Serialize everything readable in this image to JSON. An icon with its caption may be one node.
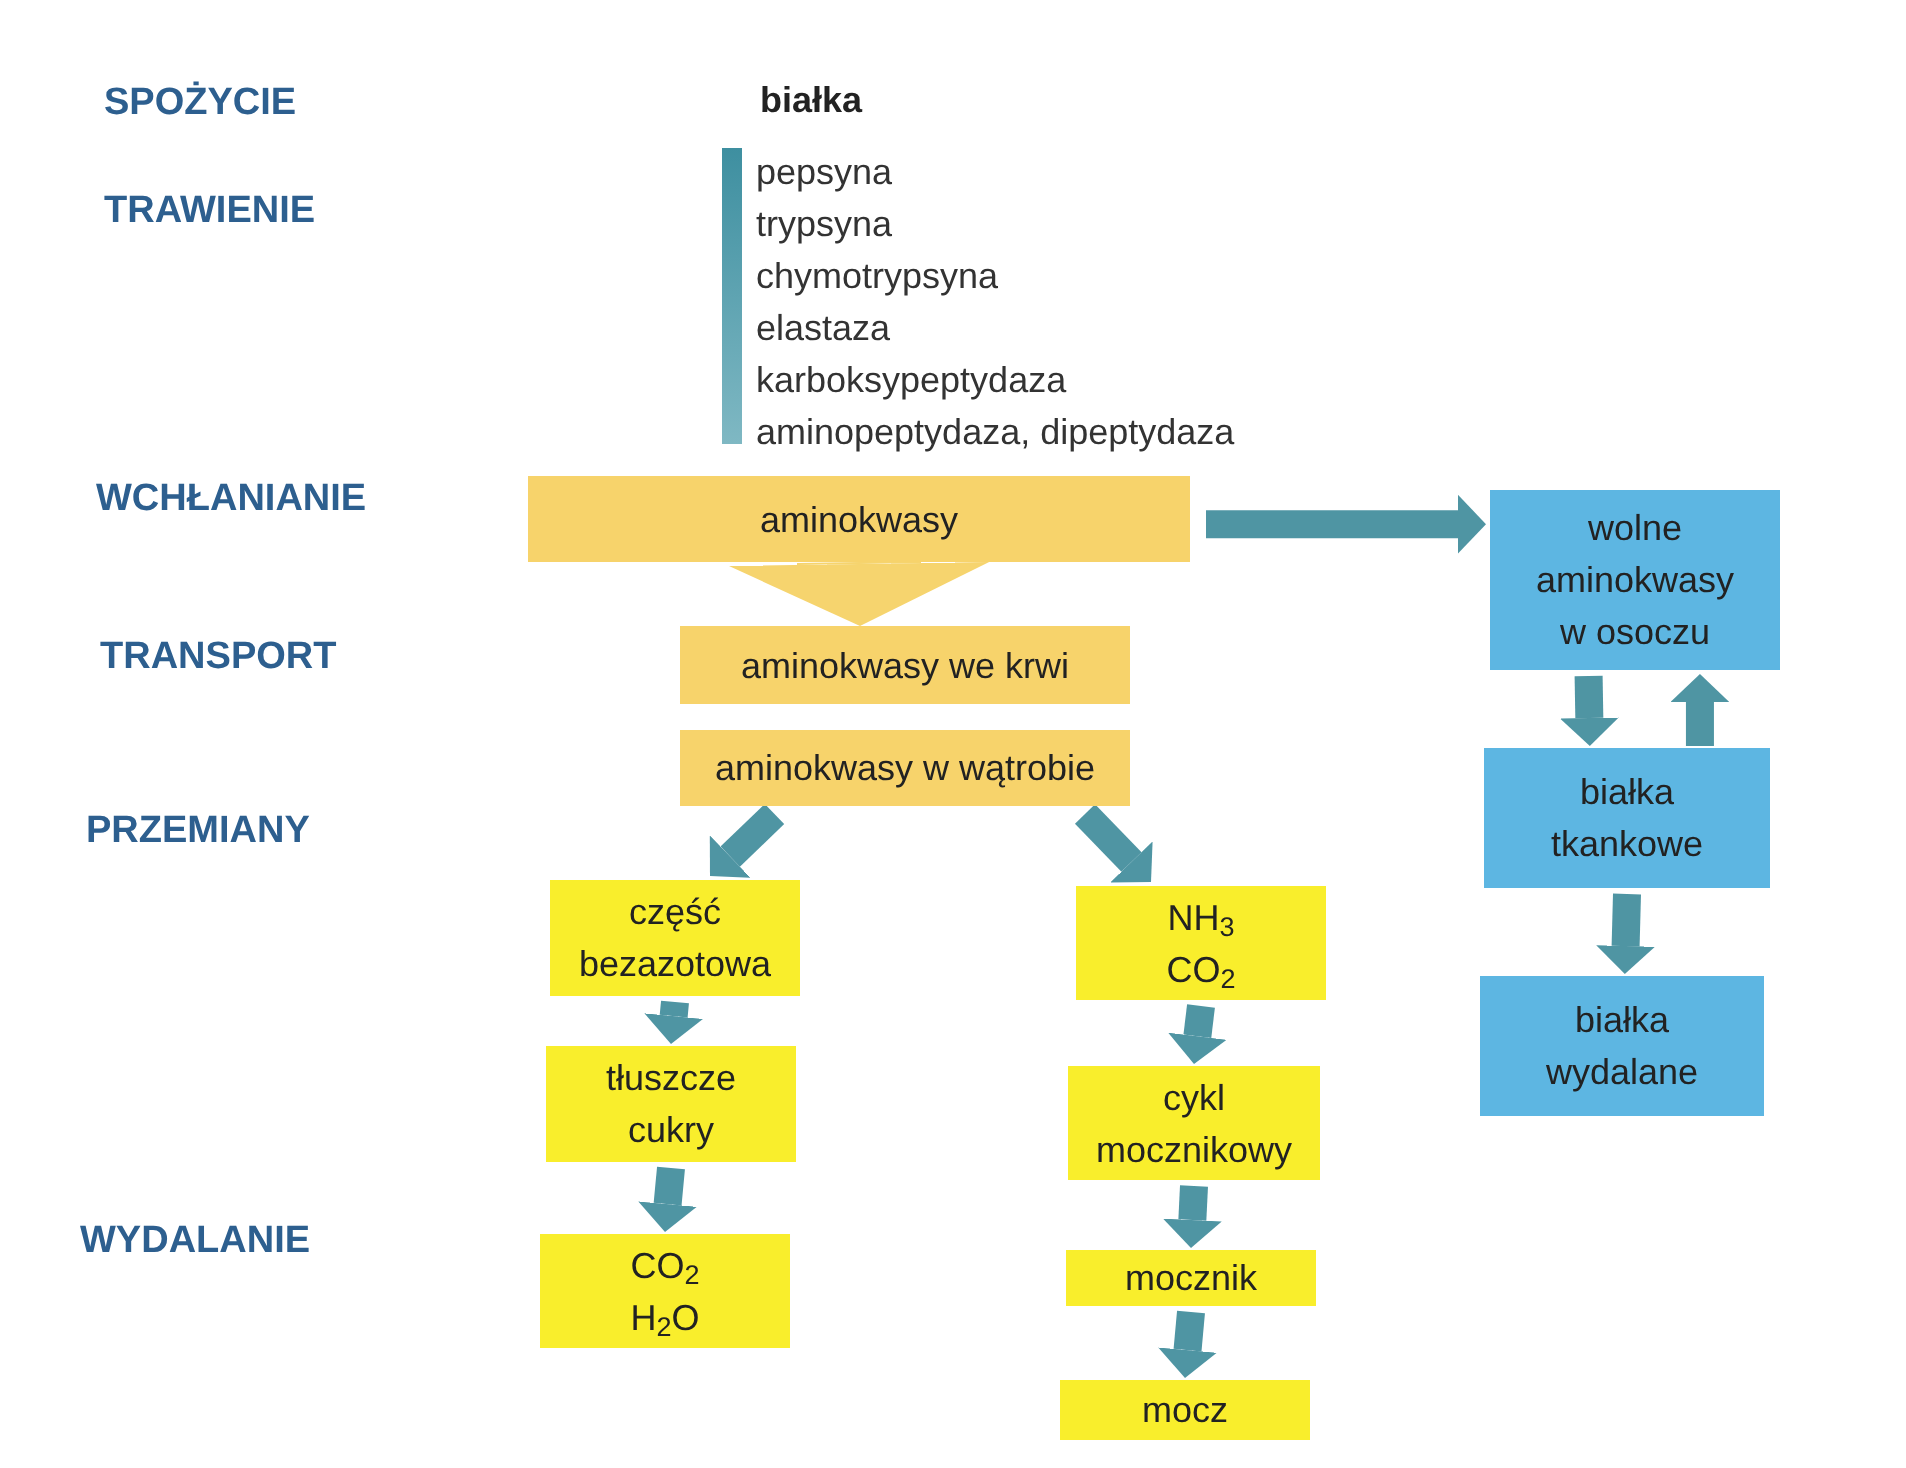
{
  "diagram": {
    "nodes": [
      {
        "text": [
          "aminokwasy"
        ]
      },
      {
        "text": [
          "aminokwasy we krwi"
        ]
      },
      {
        "text": [
          "aminokwasy w wątrobie"
        ]
      },
      {
        "text": [
          "część bezazotowa"
        ]
      },
      {
        "text": [
          "tłuszcze",
          "cukry"
        ]
      },
      {
        "text": [
          "CO$_{2}$",
          "H$_{2}$O"
        ]
      },
      {
        "text": [
          "NH$_{3}$",
          "CO$_{2}$"
        ]
      },
      {
        "text": [
          "cykl mocznikowy"
        ]
      },
      {
        "text": [
          "mocznik"
        ]
      },
      {
        "text": [
          "mocz"
        ]
      },
      {
        "text": [
          "wolne aminokwasy w osoczu"
        ]
      },
      {
        "text": [
          "białka tkankowe"
        ]
      },
      {
        "text": [
          "białka wydalane"
        ]
      }
    ],
    "edges": [
      {
        "from": 0,
        "to": 1,
        "arrow": "to",
        "style": "thick",
        "color": "#f6d46e"
      },
      {
        "from": 0,
        "to": 10,
        "arrow": "to"
      },
      {
        "from": 2,
        "to": 3,
        "arrow": "to"
      },
      {
        "from": 2,
        "to": 6,
        "arrow": "to"
      },
      {
        "from": 3,
        "to": 4,
        "arrow": "to"
      },
      {
        "from": 4,
        "to": 5,
        "arrow": "to"
      },
      {
        "from": 6,
        "to": 7,
        "arrow": "to"
      },
      {
        "from": 7,
        "to": 8,
        "arrow": "to"
      },
      {
        "from": 8,
        "to": 9,
        "arrow": "to"
      },
      {
        "from": 10,
        "to": 11,
        "arrow": "to"
      },
      {
        "from": 11,
        "to": 10,
        "arrow": "to"
      },
      {
        "from": 11,
        "to": 12,
        "arrow": "to"
      }
    ],
    "labels": [
      "SPOŻYCIE",
      "białka",
      "TRAWIENIE",
      "pepsyna",
      "trypsyna",
      "chymotrypsyna",
      "elastaza",
      "karboksypeptydaza",
      "aminopeptydaza, dipeptydaza",
      "WCHŁANIANIE",
      "TRANSPORT",
      "PRZEMIANY",
      "WYDALANIE"
    ]
  }
}
